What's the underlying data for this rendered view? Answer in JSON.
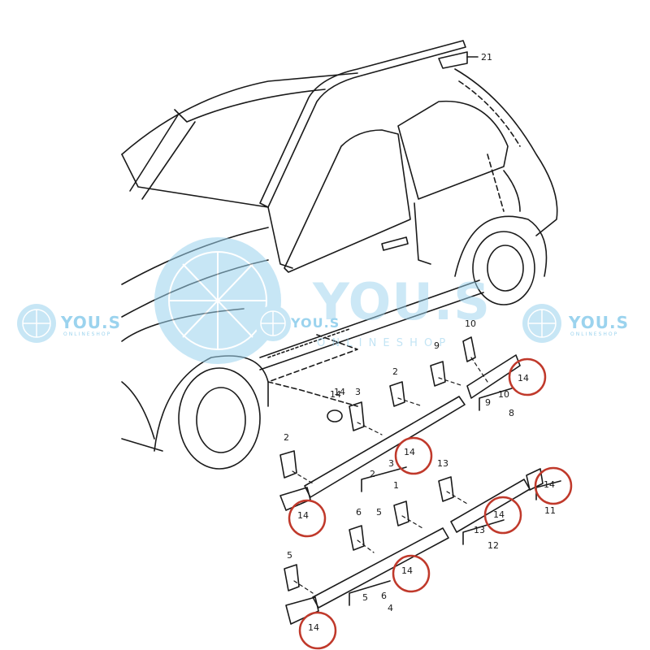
{
  "diagram": {
    "part_labels": [
      "21",
      "10",
      "9",
      "2",
      "3",
      "14",
      "2",
      "1",
      "2",
      "3",
      "13",
      "6",
      "5",
      "5",
      "6",
      "4",
      "5",
      "9",
      "10",
      "8",
      "11",
      "13",
      "12",
      "14",
      "14",
      "14",
      "14",
      "14",
      "14"
    ],
    "callout_labels": [
      "14",
      "14",
      "14",
      "14",
      "14",
      "14"
    ]
  },
  "watermark": {
    "brand_large": "YOU.S",
    "brand_small": "YOU.S",
    "tagline_large": "O N L I N E S H O P",
    "tagline_small": "ONLINESHOP",
    "colors": {
      "watermark_blue": "#9bd3ee",
      "callout_circle": "#c0392b",
      "line_art": "#1a1a1a"
    }
  }
}
